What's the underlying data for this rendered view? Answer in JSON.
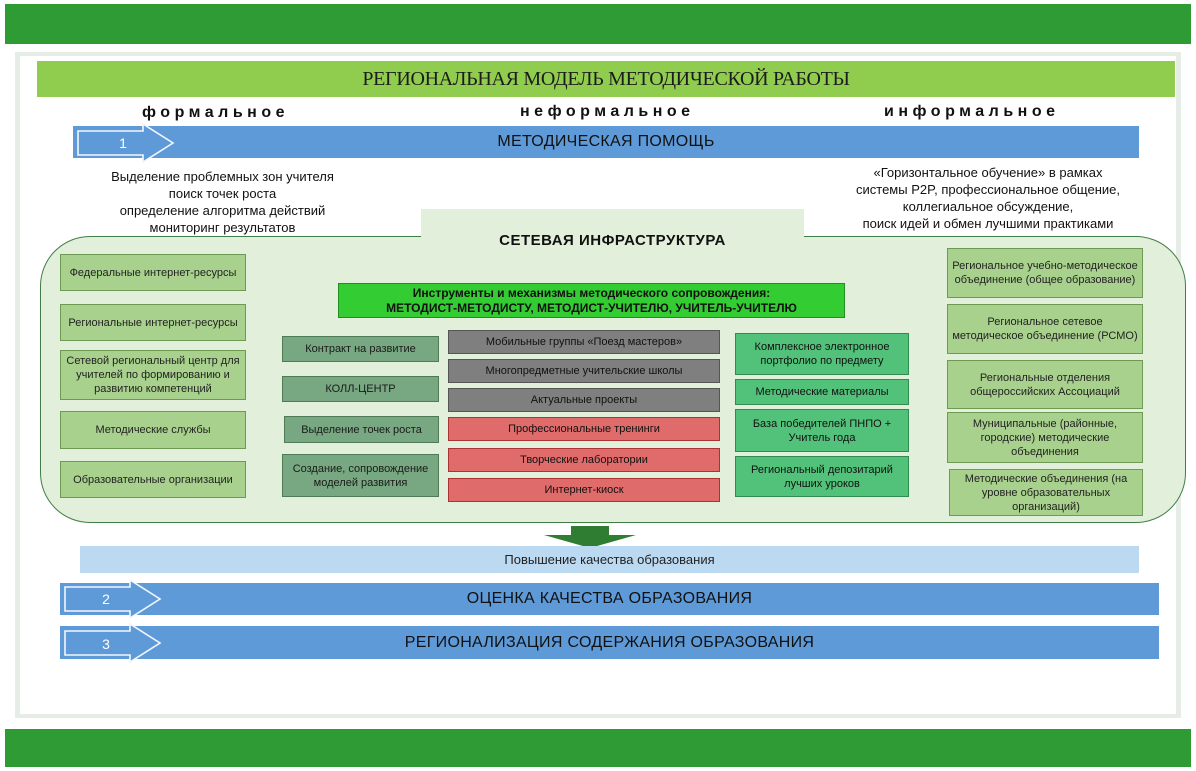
{
  "title": "РЕГИОНАЛЬНАЯ МОДЕЛЬ МЕТОДИЧЕСКОЙ РАБОТЫ",
  "types": {
    "formal": "формальное",
    "nonformal": "неформальное",
    "informal": "информальное"
  },
  "steps": [
    {
      "number": "1",
      "label": "МЕТОДИЧЕСКАЯ ПОМОЩЬ"
    },
    {
      "number": "2",
      "label": "ОЦЕНКА КАЧЕСТВА ОБРАЗОВАНИЯ"
    },
    {
      "number": "3",
      "label": "РЕГИОНАЛИЗАЦИЯ СОДЕРЖАНИЯ ОБРАЗОВАНИЯ"
    }
  ],
  "left_text": [
    "Выделение проблемных зон учителя",
    "поиск точек роста",
    "определение алгоритма действий",
    "мониторинг результатов"
  ],
  "right_text": [
    "«Горизонтальное обучение» в рамках",
    "системы P2P, профессиональное общение,",
    "коллегиальное обсуждение,",
    "поиск идей и обмен лучшими практиками"
  ],
  "infrastructure_title": "СЕТЕВАЯ  ИНФРАСТРУКТУРА",
  "instruments": {
    "line1": "Инструменты и механизмы методического сопровождения:",
    "line2": "МЕТОДИСТ-МЕТОДИСТУ, МЕТОДИСТ-УЧИТЕЛЮ, УЧИТЕЛЬ-УЧИТЕЛЮ"
  },
  "left_column": [
    "Федеральные интернет-ресурсы",
    "Региональные интернет-ресурсы",
    "Сетевой региональный центр для учителей по формированию и развитию компетенций",
    "Методические службы",
    "Образовательные организации"
  ],
  "mechanisms": [
    "Контракт на развитие",
    "КОЛЛ-ЦЕНТР",
    "Выделение точек роста",
    "Создание, сопровождение моделей развития"
  ],
  "formats_gray": [
    "Мобильные группы «Поезд мастеров»",
    "Многопредметные учительские школы",
    "Актуальные проекты"
  ],
  "formats_red": [
    "Профессиональные тренинги",
    "Творческие лаборатории",
    "Интернет-киоск"
  ],
  "materials": [
    "Комплексное электронное портфолио по предмету",
    "Методические материалы",
    "База победителей ПНПО + Учитель года",
    "Региональный депозитарий лучших уроков"
  ],
  "right_column": [
    "Региональное учебно-методическое объединение (общее образование)",
    "Региональное сетевое методическое объединение (РСМО)",
    "Региональные отделения общероссийских Ассоциаций",
    "Муниципальные (районные, городские) методические объединения",
    "Методические объединения (на уровне образовательных организаций)"
  ],
  "result": "Повышение качества образования",
  "colors": {
    "band": "#2e9b35",
    "title_bar": "#90cc4d",
    "step_bar": "#5e9ad8",
    "container": "#e2efda",
    "arrow_down": "#2e7d32"
  }
}
